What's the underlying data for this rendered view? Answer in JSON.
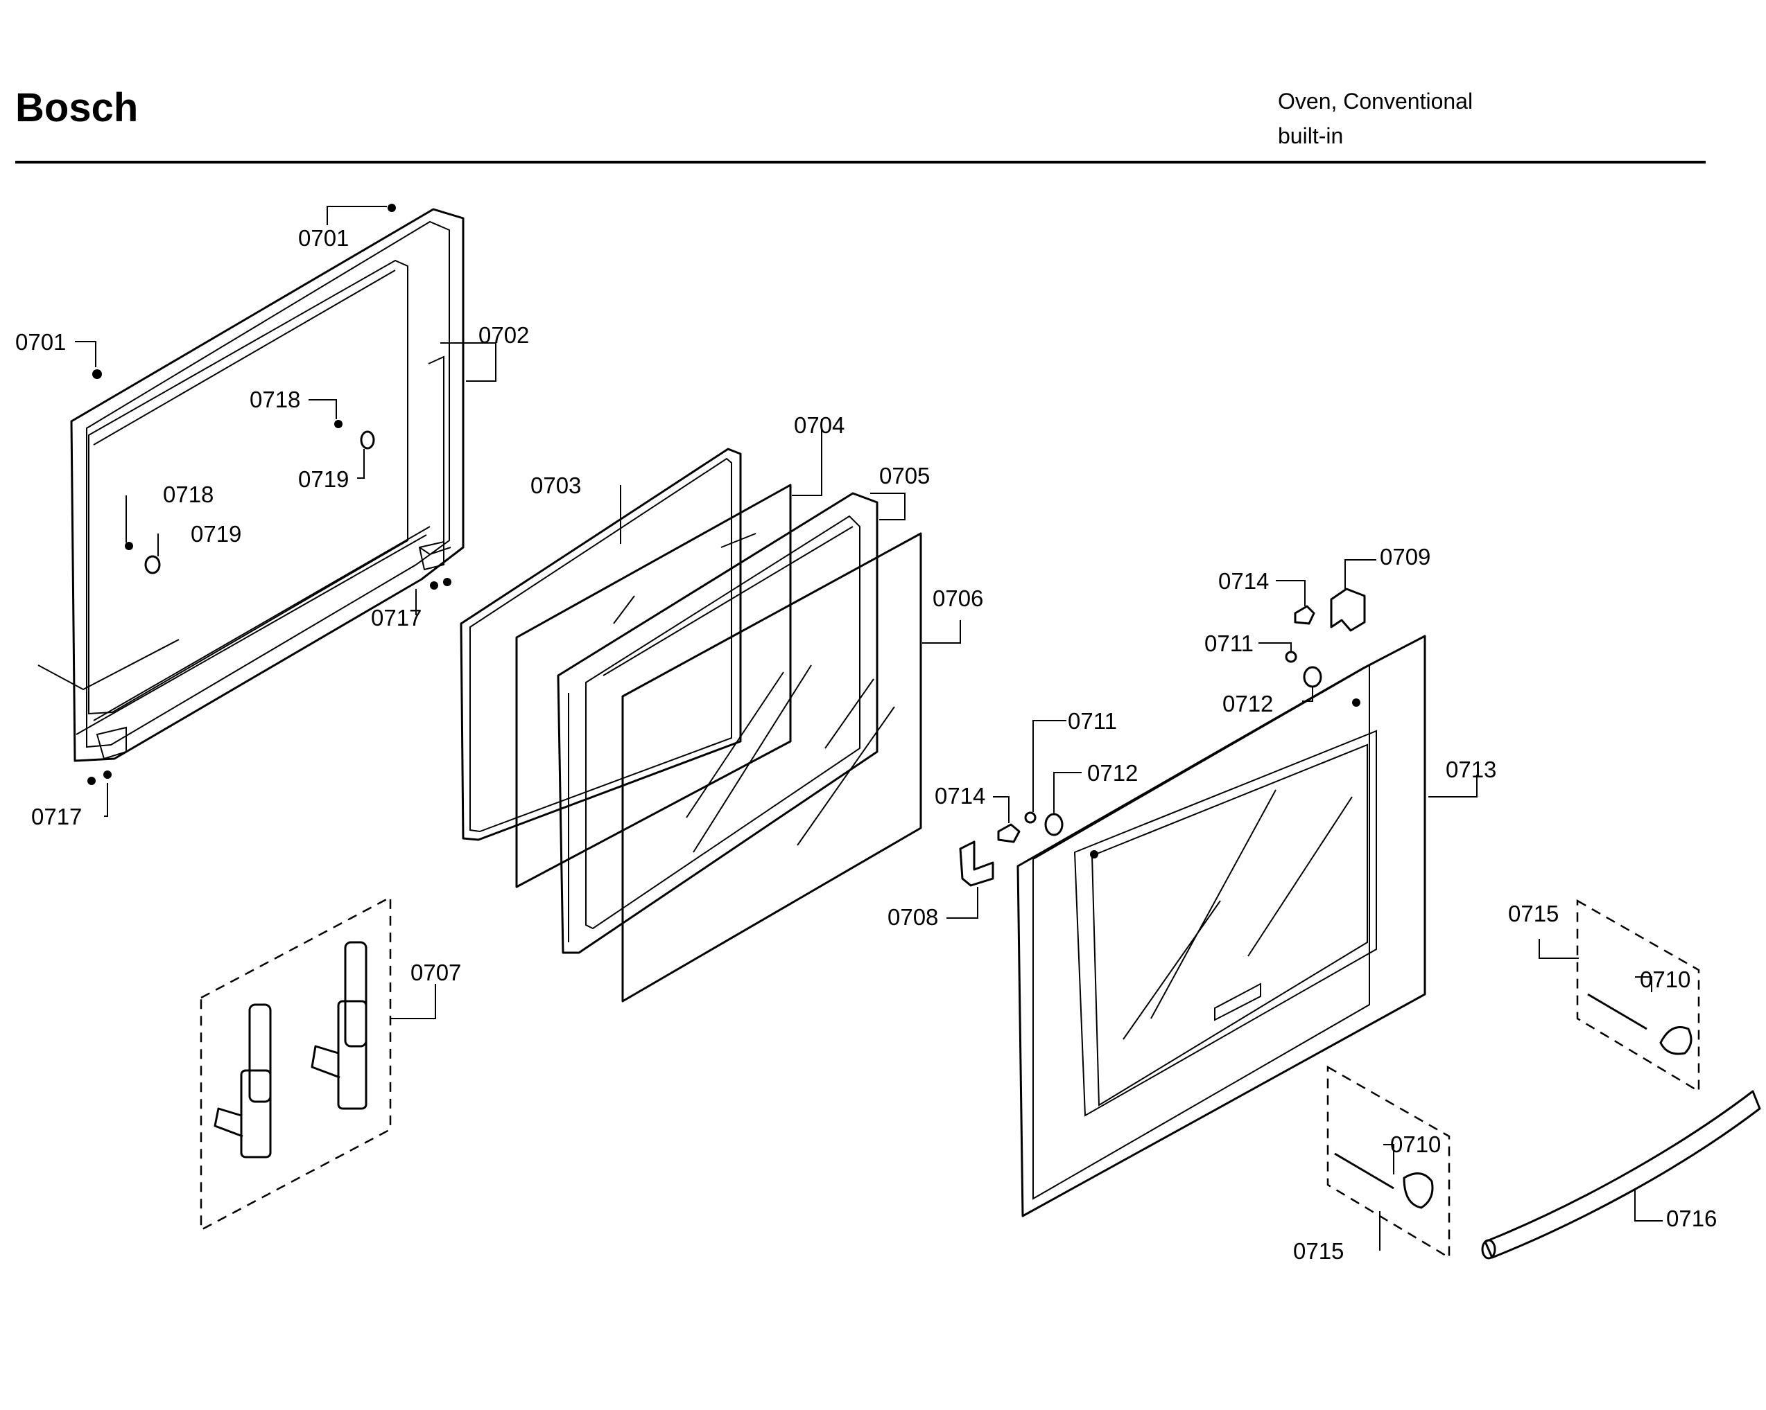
{
  "header": {
    "brand": "Bosch",
    "product_line1": "Oven, Conventional",
    "product_line2": "built-in"
  },
  "callouts": {
    "c0701_top": "0701",
    "c0701_left": "0701",
    "c0702": "0702",
    "c0703": "0703",
    "c0704": "0704",
    "c0705": "0705",
    "c0706": "0706",
    "c0707": "0707",
    "c0708": "0708",
    "c0709": "0709",
    "c0710_upper": "0710",
    "c0710_lower": "0710",
    "c0711_upper": "0711",
    "c0711_lower": "0711",
    "c0712_upper": "0712",
    "c0712_lower": "0712",
    "c0713": "0713",
    "c0714_upper": "0714",
    "c0714_lower": "0714",
    "c0715_upper": "0715",
    "c0715_lower": "0715",
    "c0716": "0716",
    "c0717_right": "0717",
    "c0717_left": "0717",
    "c0718_upper": "0718",
    "c0718_lower": "0718",
    "c0719_upper": "0719",
    "c0719_lower": "0719"
  }
}
